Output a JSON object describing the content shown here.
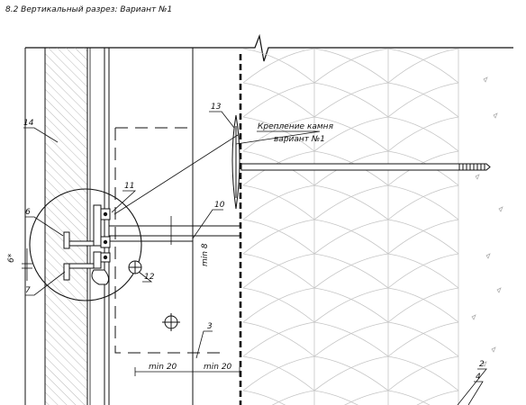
{
  "title": "8.2 Вертикальный разрез: Вариант №1",
  "note": {
    "line1": "Крепление камня",
    "line2": "вариант №1"
  },
  "callouts": {
    "c14": "14",
    "c13": "13",
    "c11": "11",
    "c10": "10",
    "c6": "6",
    "c7": "7",
    "c12": "12",
    "c3": "3",
    "c2": "2",
    "c4": "4"
  },
  "dimensions": {
    "min8": "min 8",
    "min20_left": "min 20",
    "min20_right": "min 20",
    "six_star": "6*"
  }
}
